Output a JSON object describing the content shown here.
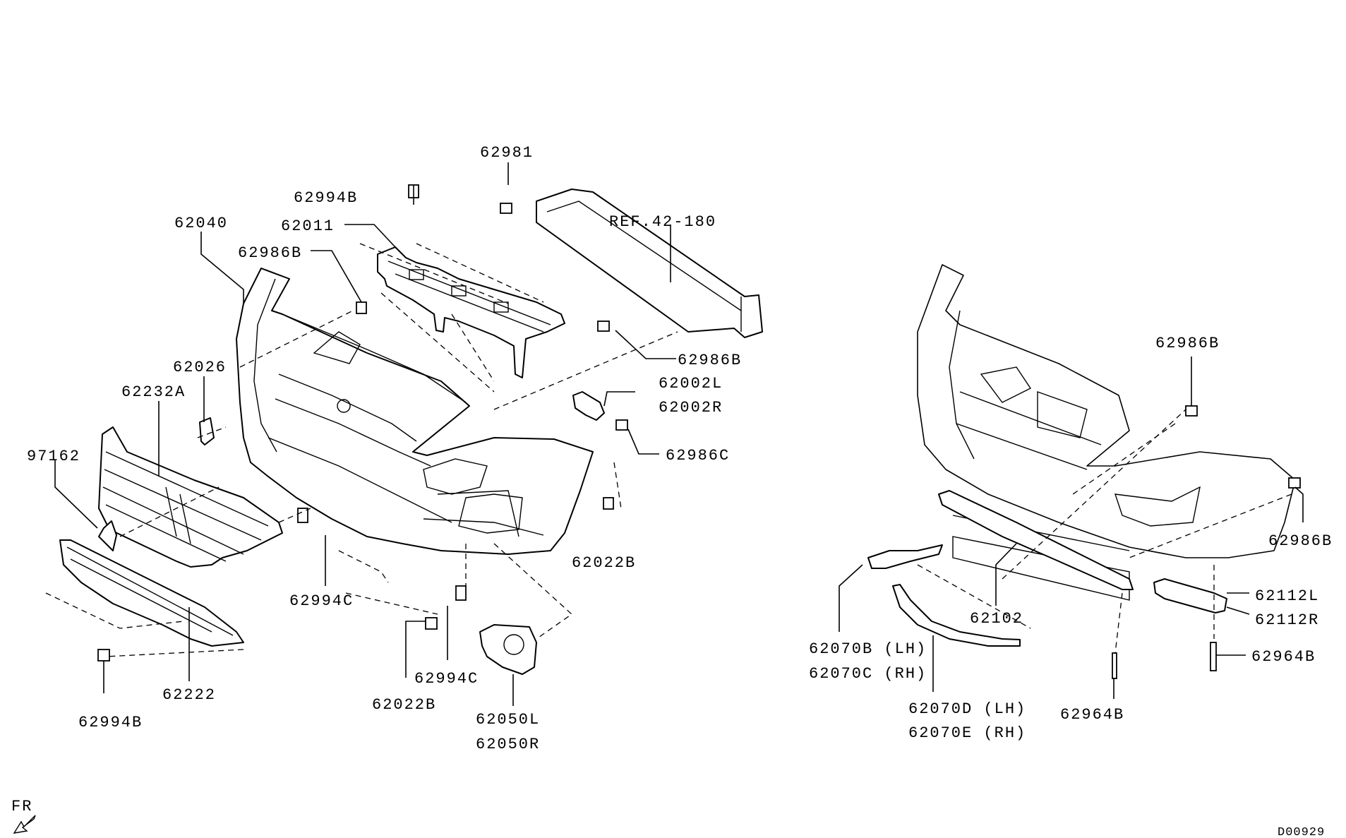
{
  "diagram": {
    "labels": {
      "p62981": "62981",
      "p62994B_top": "62994B",
      "p62040": "62040",
      "p62011": "62011",
      "p62986B_a": "62986B",
      "ref": "REF.42-180",
      "p62026": "62026",
      "p62232A": "62232A",
      "p97162": "97162",
      "p62986B_b": "62986B",
      "p62002L": "62002L",
      "p62002R": "62002R",
      "p62986C": "62986C",
      "p62022B_r": "62022B",
      "p62994C_a": "62994C",
      "p62994C_b": "62994C",
      "p62022B_b": "62022B",
      "p62050L": "62050L",
      "p62050R": "62050R",
      "p62222": "62222",
      "p62994B_bot": "62994B",
      "p62986B_c": "62986B",
      "p62986B_d": "62986B",
      "p62112L": "62112L",
      "p62112R": "62112R",
      "p62964B_a": "62964B",
      "p62964B_b": "62964B",
      "p62102": "62102",
      "p62070B": "62070B (LH)",
      "p62070C": "62070C (RH)",
      "p62070D": "62070D (LH)",
      "p62070E": "62070E (RH)"
    },
    "front_indicator": "FR",
    "drawing_number": "D00929"
  }
}
